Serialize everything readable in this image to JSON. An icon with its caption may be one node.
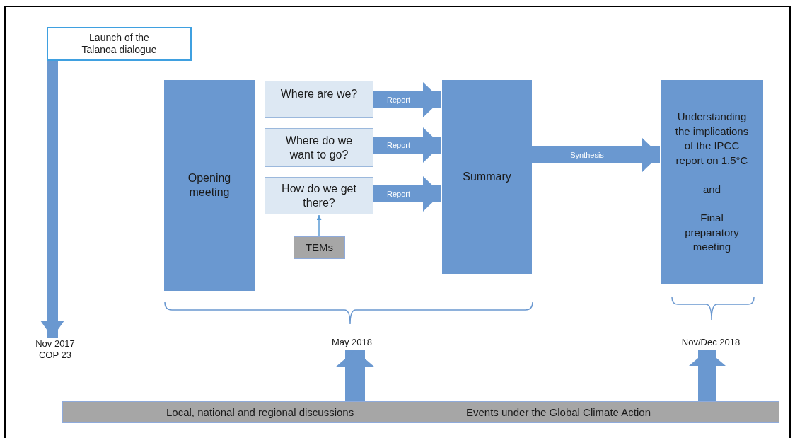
{
  "diagram": {
    "nodes": [
      {
        "text": [
          "Launch of the Talanoa dialogue"
        ]
      },
      {
        "text": [
          "Nov 2017 COP 23"
        ]
      },
      {
        "text": [
          "Opening meeting"
        ]
      },
      {
        "text": [
          "Where are we?"
        ]
      },
      {
        "text": [
          "Where do we want to go?"
        ]
      },
      {
        "text": [
          "How do we get there?"
        ]
      },
      {
        "text": [
          "TEMs"
        ]
      },
      {
        "text": [
          "Summary"
        ]
      },
      {
        "text": [
          "Understanding the implications of the IPCC report on 1.5°C",
          "and",
          "Final preparatory meeting"
        ]
      },
      {
        "text": [
          "Local, national and regional discussions",
          "Events under the Global Climate Action"
        ]
      },
      {
        "text": [
          "May 2018"
        ]
      },
      {
        "text": [
          "Nov/Dec 2018"
        ]
      }
    ],
    "edges": [
      {
        "from": 0,
        "to": 1,
        "arrow": "to"
      },
      {
        "from": 3,
        "to": 7,
        "arrow": "to",
        "label": "Report"
      },
      {
        "from": 4,
        "to": 7,
        "arrow": "to",
        "label": "Report"
      },
      {
        "from": 5,
        "to": 7,
        "arrow": "to",
        "label": "Report"
      },
      {
        "from": 6,
        "to": 5,
        "arrow": "to"
      },
      {
        "from": 7,
        "to": 8,
        "arrow": "to",
        "label": "Synthesis"
      },
      {
        "from": 9,
        "to": 10,
        "arrow": "to"
      },
      {
        "from": 9,
        "to": 11,
        "arrow": "to"
      }
    ]
  }
}
